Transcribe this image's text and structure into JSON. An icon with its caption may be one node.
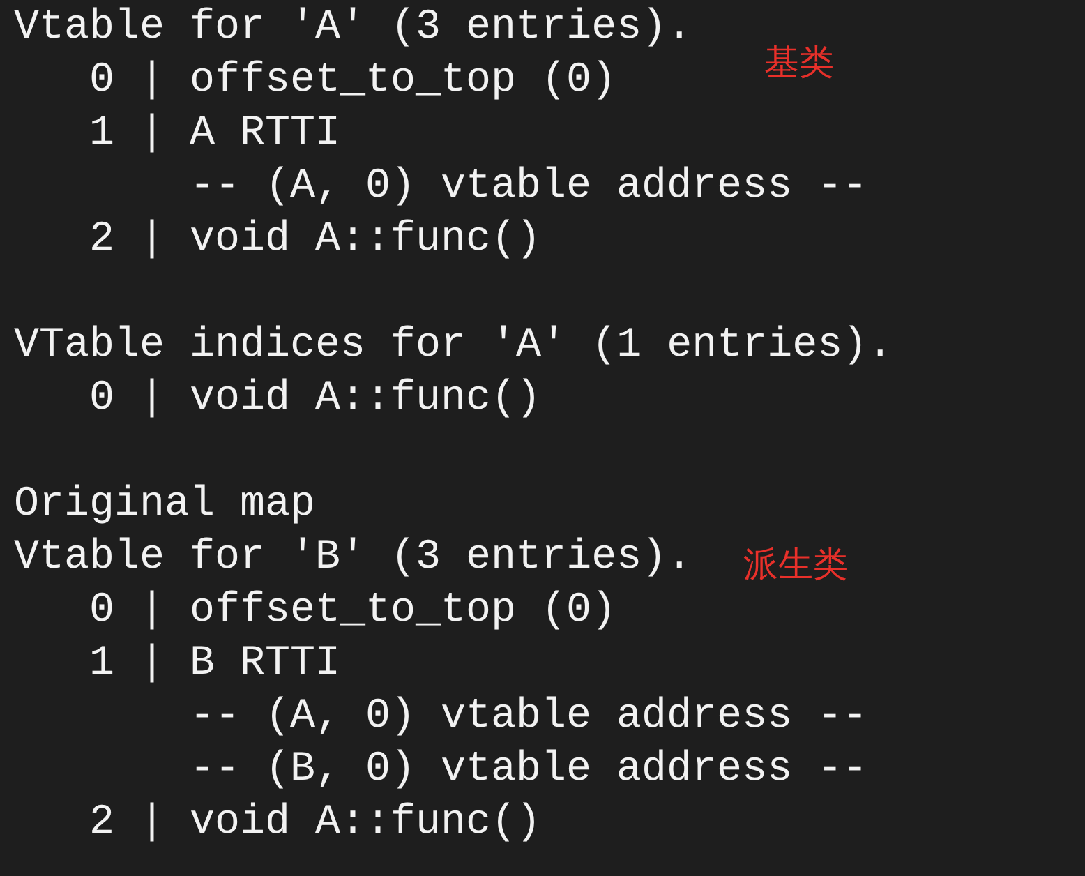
{
  "diagram": {
    "labels": [
      "Vtable for 'A' (3 entries).",
      "0 | offset_to_top (0)",
      "基类",
      "1 | A RTTI",
      "-- (A, 0) vtable address --",
      "2 | void A::func()",
      "VTable indices for 'A' (1 entries).",
      "0 | void A::func()",
      "Original map",
      "Vtable for 'B' (3 entries).",
      "派生类",
      "0 | offset_to_top (0)",
      "1 | B RTTI",
      "-- (A, 0) vtable address --",
      "-- (B, 0) vtable address --",
      "2 | void A::func()"
    ]
  }
}
